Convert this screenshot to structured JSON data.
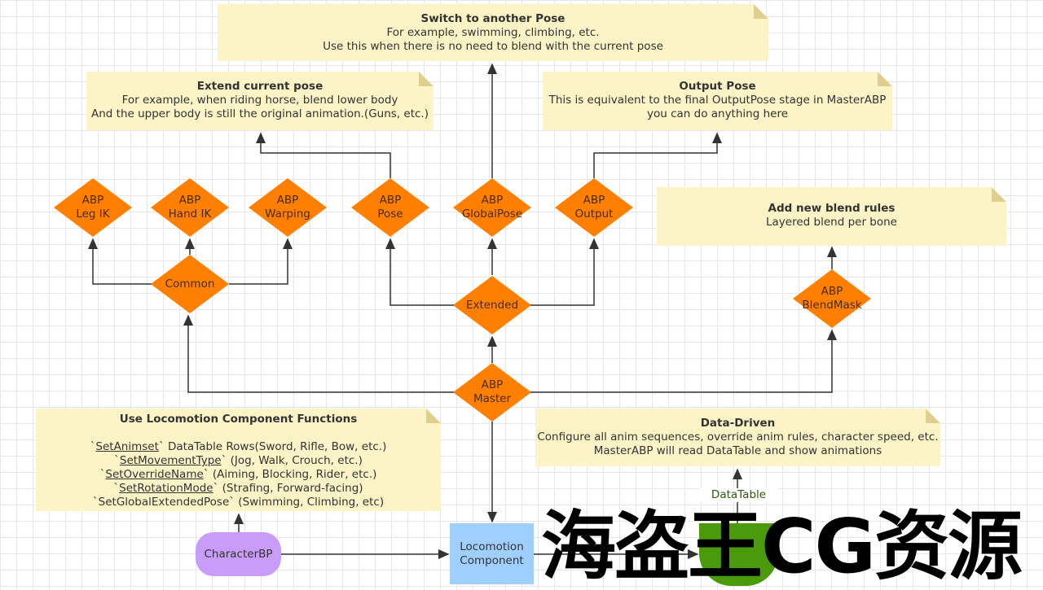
{
  "notes": {
    "switch": {
      "title": "Switch to another Pose",
      "lines": [
        "For example, swimming, climbing, etc.",
        "Use this when there is no need to blend with the current pose"
      ]
    },
    "extend": {
      "title": "Extend current pose",
      "lines": [
        "For example, when riding horse, blend lower body",
        "And the upper body is still the original animation.(Guns, etc.)"
      ]
    },
    "output": {
      "title": "Output Pose",
      "lines": [
        "This is equivalent to the final OutputPose stage in MasterABP",
        "you can do anything here"
      ]
    },
    "blend": {
      "title": "Add new blend rules",
      "lines": [
        "Layered blend per bone"
      ]
    },
    "locomotion": {
      "title": "Use Locomotion Component Functions",
      "lines": [
        {
          "fn": "SetAnimset",
          "rest": " DataTable Rows(Sword, Rifle, Bow, etc.)"
        },
        {
          "fn": "SetMovementType",
          "rest": " (Jog, Walk, Crouch, etc.)"
        },
        {
          "fn": "SetOverrideName",
          "rest": " (Aiming, Blocking, Rider, etc.)"
        },
        {
          "fn": "SetRotationMode",
          "rest": " (Strafing, Forward-facing)"
        },
        {
          "fn": "SetGlobalExtendedPose",
          "rest": " (Swimming, Climbing, etc)"
        }
      ]
    },
    "data": {
      "title": "Data-Driven",
      "lines": [
        "Configure all anim sequences, override anim rules, character speed, etc.",
        "MasterABP will read DataTable and show animations"
      ]
    }
  },
  "nodes": {
    "legik": [
      "ABP",
      "Leg IK"
    ],
    "handik": [
      "ABP",
      "Hand IK"
    ],
    "warping": [
      "ABP",
      "Warping"
    ],
    "pose": [
      "ABP",
      "Pose"
    ],
    "globalpose": [
      "ABP",
      "GlobalPose"
    ],
    "output": [
      "ABP",
      "Output"
    ],
    "common": [
      "Common"
    ],
    "extended": [
      "Extended"
    ],
    "blendmask": [
      "ABP",
      "BlendMask"
    ],
    "master": [
      "ABP",
      "Master"
    ],
    "characterbp": "CharacterBP",
    "locomotion": [
      "Locomotion",
      "Component"
    ],
    "datatable": "DataTable"
  },
  "colors": {
    "diamond": "#ff8000",
    "note": "#fcf3c6",
    "characterbp": "#c99cf9",
    "locomotion": "#9fcfff",
    "datatable": "#4a9b0a"
  },
  "watermark": "海盗王CG资源"
}
